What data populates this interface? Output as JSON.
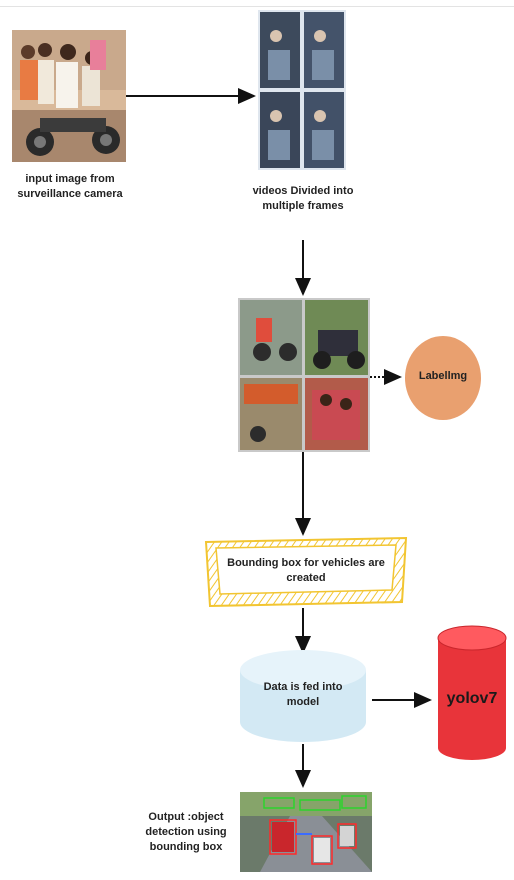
{
  "nodes": {
    "input_image_label": "input image from surveillance camera",
    "frames_label": "videos Divided into multiple frames",
    "labelimg_label": "Labellmg",
    "bounding_box_label": "Bounding box for vehicles are created",
    "data_fed_label": "Data is fed into model",
    "yolo_label": "yolov7",
    "output_label": "Output :object detection using bounding box"
  },
  "colors": {
    "arrow": "#111111",
    "labelimg_oval": "#e9a06f",
    "yolo_cylinder": "#e8343a",
    "yolo_cylinder_top": "#ff5a5f",
    "data_cylinder": "#d3e9f4",
    "bbox_border": "#f2c531"
  },
  "icons": [
    "photo-motorbike-riders",
    "photo-frames-grid",
    "photo-dataset-grid",
    "photo-detection-output"
  ]
}
